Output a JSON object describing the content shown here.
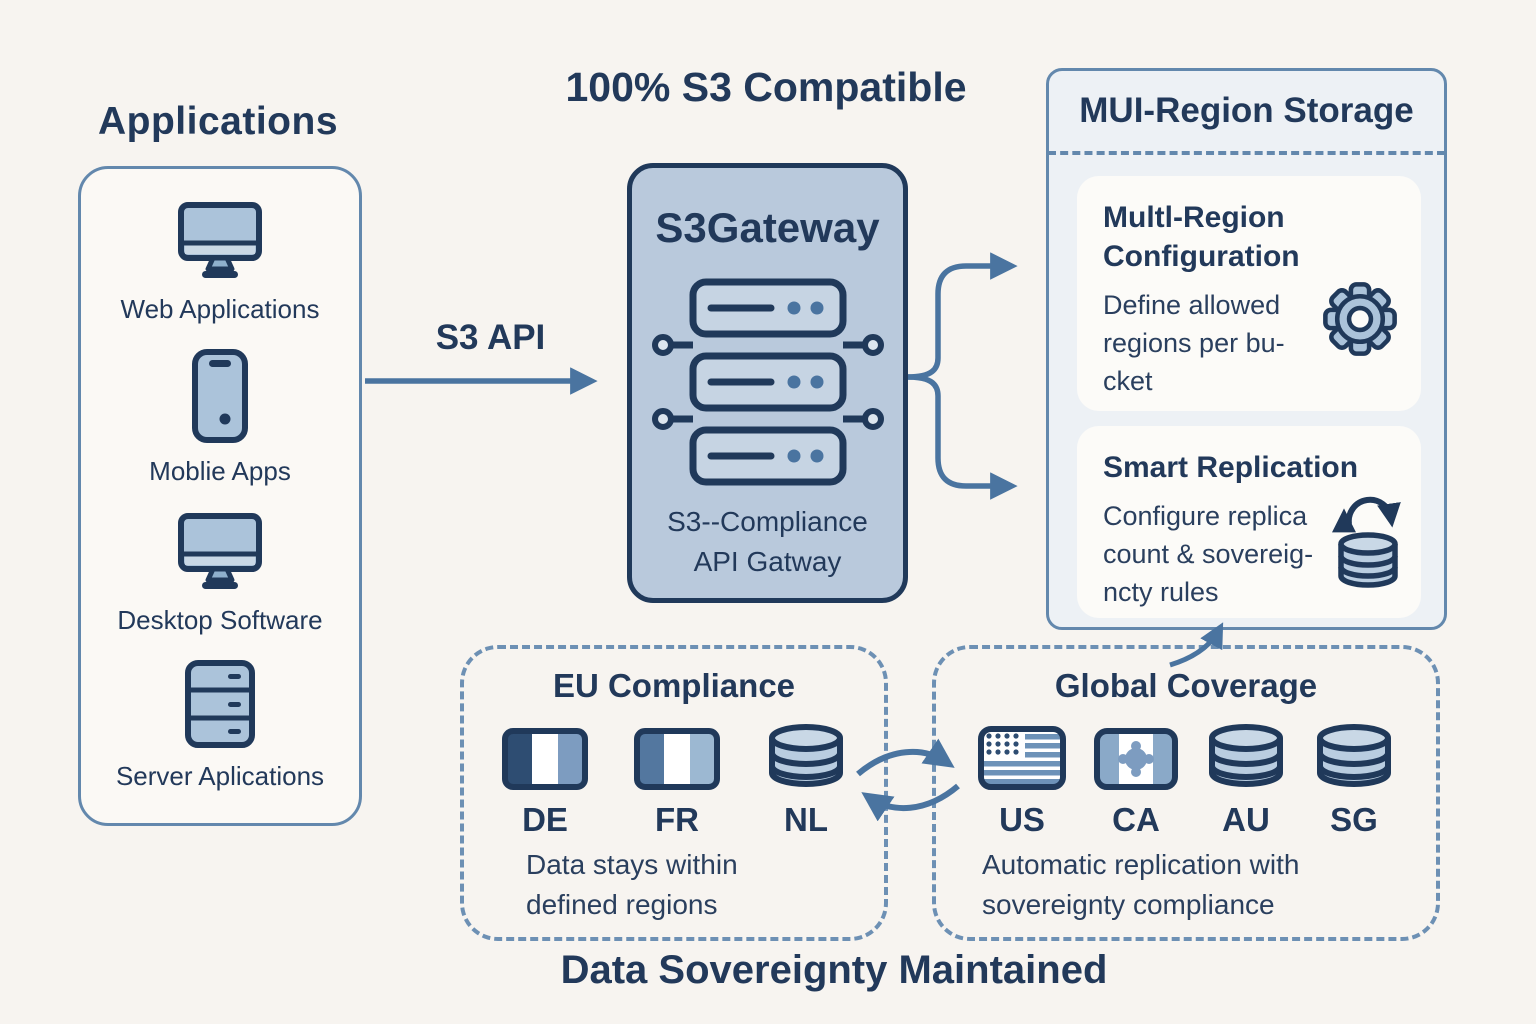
{
  "headings": {
    "compatible": "100% S3 Compatible",
    "applications": "Applications",
    "s3_api": "S3 API",
    "footer": "Data Sovereignty Maintained"
  },
  "applications": {
    "items": [
      {
        "label": "Web Applications",
        "icon": "monitor-icon"
      },
      {
        "label": "Moblie Apps",
        "icon": "smartphone-icon"
      },
      {
        "label": "Desktop Software",
        "icon": "monitor-icon"
      },
      {
        "label": "Server Aplications",
        "icon": "server-icon"
      }
    ]
  },
  "gateway": {
    "title": "S3Gateway",
    "subtitle_lines": [
      "S3--Compliance",
      "API Gatway"
    ],
    "icon": "server-rack-icon"
  },
  "storage": {
    "title": "MUI-Region Storage",
    "cards": [
      {
        "title_lines": [
          "Multl-Region",
          "Configuration"
        ],
        "body_lines": [
          "Define allowed",
          "regions per bu-",
          "cket"
        ],
        "icon": "gear-icon"
      },
      {
        "title_lines": [
          "Smart Replication"
        ],
        "body_lines": [
          "Configure replica",
          "count & sovereig-",
          "ncty rules"
        ],
        "icon": "replication-icon"
      }
    ]
  },
  "eu_compliance": {
    "title": "EU Compliance",
    "regions": [
      {
        "code": "DE",
        "icon": "germany-flag-icon"
      },
      {
        "code": "FR",
        "icon": "france-flag-icon"
      },
      {
        "code": "NL",
        "icon": "database-icon"
      }
    ],
    "caption_lines": [
      "Data stays within",
      "defined regions"
    ]
  },
  "global_coverage": {
    "title": "Global Coverage",
    "regions": [
      {
        "code": "US",
        "icon": "us-flag-icon"
      },
      {
        "code": "CA",
        "icon": "canada-flag-icon"
      },
      {
        "code": "AU",
        "icon": "database-icon"
      },
      {
        "code": "SG",
        "icon": "database-icon"
      }
    ],
    "caption_lines": [
      "Automatic replication with",
      "sovereignty compliance"
    ]
  },
  "colors": {
    "background": "#f7f4f0",
    "ink": "#22395a",
    "accent_blue": "#4a74a0",
    "border_blue": "#6388ad",
    "panel_fill": "#b9c9dc",
    "card_fill": "#fcfbf8",
    "storage_fill": "#edf1f5",
    "icon_fill": "#abc3da",
    "icon_fill_light": "#c9d8e6"
  }
}
